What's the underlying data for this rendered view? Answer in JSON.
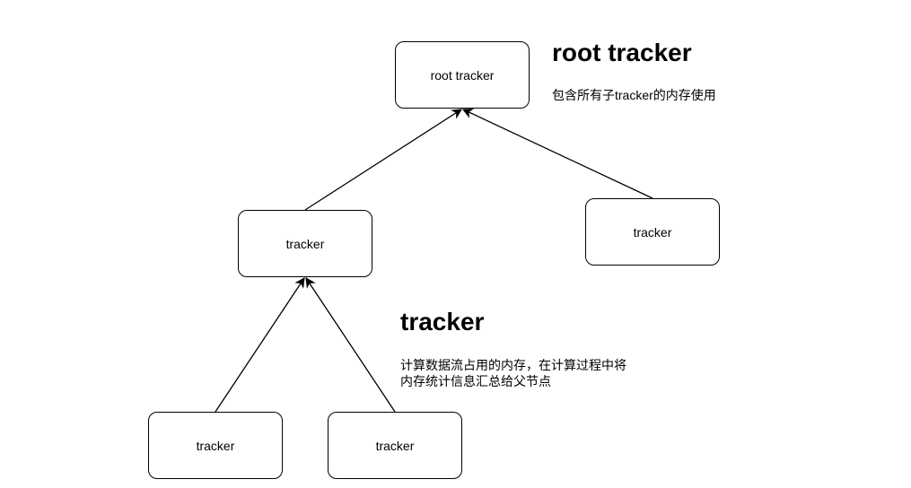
{
  "diagram": {
    "nodes": [
      {
        "id": "root",
        "label": "root tracker"
      },
      {
        "id": "mid-left",
        "label": "tracker"
      },
      {
        "id": "right",
        "label": "tracker"
      },
      {
        "id": "bottom-left",
        "label": "tracker"
      },
      {
        "id": "bottom-right",
        "label": "tracker"
      }
    ],
    "edges": [
      {
        "from": "mid-left",
        "to": "root"
      },
      {
        "from": "right",
        "to": "root"
      },
      {
        "from": "bottom-left",
        "to": "mid-left"
      },
      {
        "from": "bottom-right",
        "to": "mid-left"
      }
    ],
    "annotations": {
      "root": {
        "title": "root tracker",
        "description": "包含所有子tracker的内存使用"
      },
      "tracker": {
        "title": "tracker",
        "description_line1": "计算数据流占用的内存，在计算过程中将",
        "description_line2": "内存统计信息汇总给父节点"
      }
    },
    "colors": {
      "stroke": "#000000",
      "fill": "#ffffff"
    }
  }
}
